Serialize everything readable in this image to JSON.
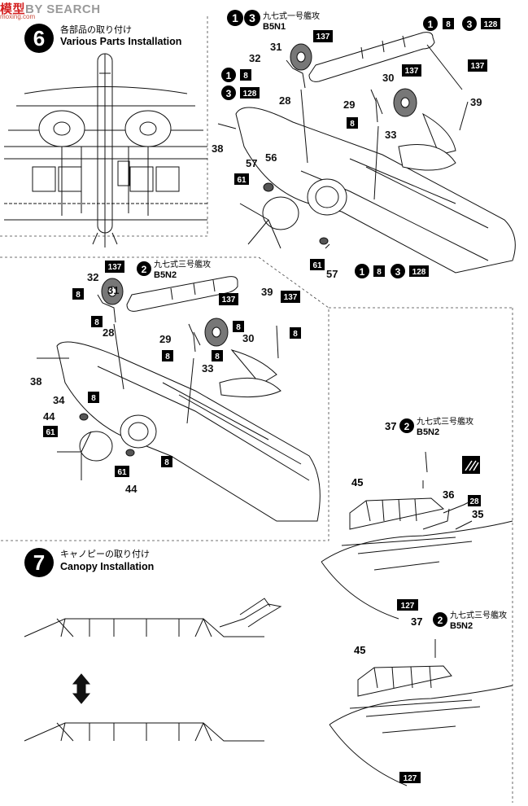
{
  "watermark": {
    "left": "模型",
    "right": "BY SEARCH",
    "sub": "moxing.com"
  },
  "step6": {
    "number": "6",
    "title_jp": "各部品の取り付け",
    "title_en": "Various Parts Installation"
  },
  "step7": {
    "number": "7",
    "title_jp": "キャノピーの取り付け",
    "title_en": "Canopy Installation"
  },
  "variants": {
    "b5n1": {
      "circle_a": "1",
      "circle_b": "3",
      "jp": "九七式一号艦攻",
      "code": "B5N1"
    },
    "b5n2": {
      "circle": "2",
      "jp": "九七式三号艦攻",
      "code": "B5N2"
    }
  },
  "sheets": {
    "s1": "1",
    "s3": "3",
    "s2": "2"
  },
  "tags": {
    "t8": "8",
    "t61": "61",
    "t128": "128",
    "t137": "137",
    "t28": "28",
    "t127": "127"
  },
  "parts": {
    "p28": "28",
    "p29": "29",
    "p30": "30",
    "p31": "31",
    "p32": "32",
    "p33": "33",
    "p34": "34",
    "p35": "35",
    "p36": "36",
    "p37": "37",
    "p38": "38",
    "p39": "39",
    "p44": "44",
    "p45": "45",
    "p56": "56",
    "p57": "57"
  }
}
